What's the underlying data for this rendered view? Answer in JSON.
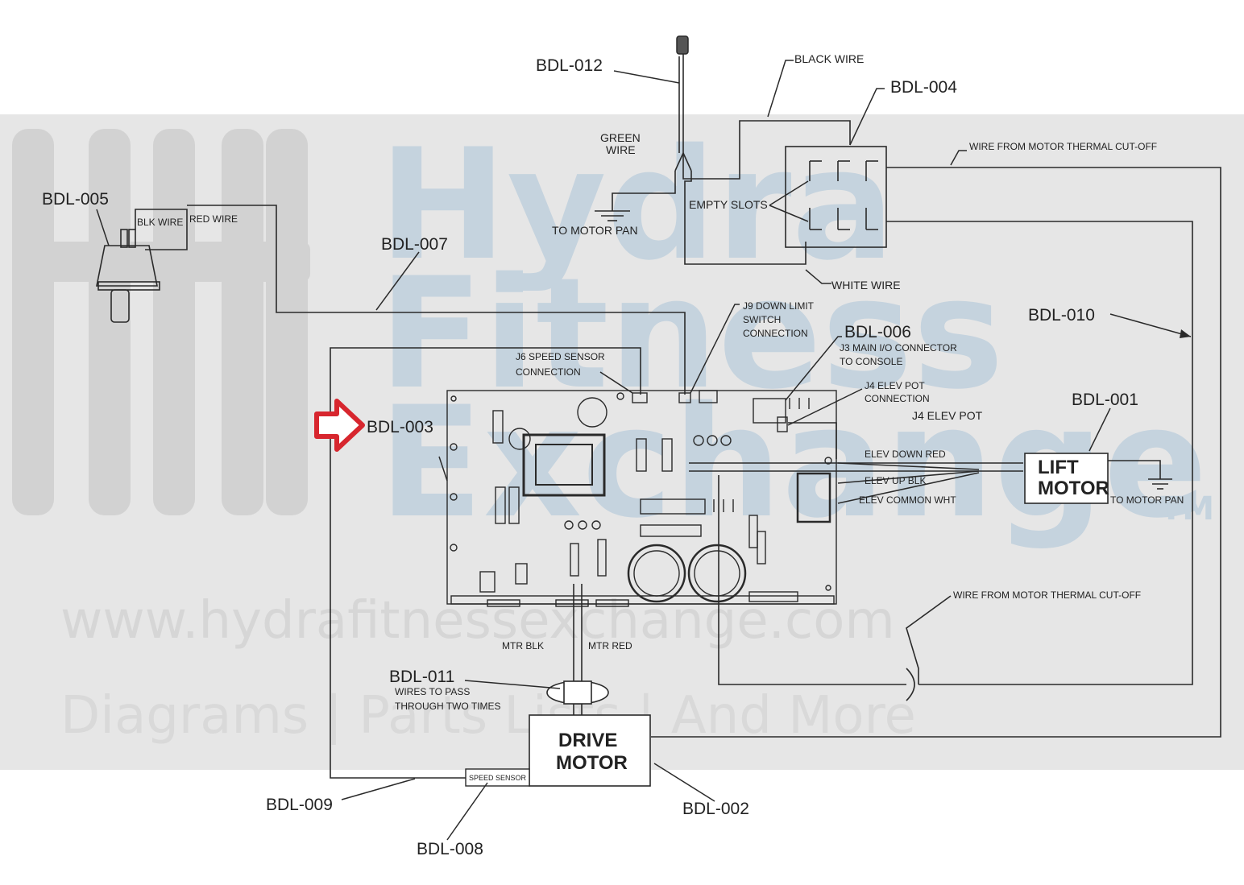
{
  "watermark": {
    "line1": "Hydra",
    "line2": "Fitness",
    "line3": "Exchange",
    "tm": "TM",
    "url": "www.hydrafitnessexchange.com",
    "tagline": "Diagrams | Parts Lists | And More",
    "band_color": "#e6e6e6",
    "text_color": "#c5d3de"
  },
  "parts": {
    "bdl001": "BDL-001",
    "bdl002": "BDL-002",
    "bdl003": "BDL-003",
    "bdl004": "BDL-004",
    "bdl005": "BDL-005",
    "bdl006": "BDL-006",
    "bdl007": "BDL-007",
    "bdl008": "BDL-008",
    "bdl009": "BDL-009",
    "bdl010": "BDL-010",
    "bdl011": "BDL-011",
    "bdl012": "BDL-012"
  },
  "labels": {
    "black_wire": "BLACK WIRE",
    "green_wire_1": "GREEN",
    "green_wire_2": "WIRE",
    "to_motor_pan_top": "TO MOTOR PAN",
    "empty_slots": "EMPTY SLOTS",
    "white_wire": "WHITE WIRE",
    "thermal_top": "WIRE FROM MOTOR THERMAL CUT-OFF",
    "blk_wire": "BLK WIRE",
    "red_wire": "RED WIRE",
    "j9_1": "J9 DOWN LIMIT",
    "j9_2": "SWITCH",
    "j9_3": "CONNECTION",
    "j3_1": "J3 MAIN I/O CONNECTOR",
    "j3_2": "TO CONSOLE",
    "j6_1": "J6 SPEED SENSOR",
    "j6_2": "CONNECTION",
    "j4pot_1": "J4 ELEV POT",
    "j4pot_2": "CONNECTION",
    "j4_elev_pot": "J4 ELEV POT",
    "elev_down": "ELEV DOWN RED",
    "elev_up": "ELEV UP BLK",
    "elev_common": "ELEV COMMON WHT",
    "lift_motor_1": "LIFT",
    "lift_motor_2": "MOTOR",
    "to_motor_pan_right": "TO MOTOR PAN",
    "thermal_bottom": "WIRE FROM MOTOR THERMAL CUT-OFF",
    "mtr_blk": "MTR BLK",
    "mtr_red": "MTR RED",
    "wires_pass_1": "WIRES TO PASS",
    "wires_pass_2": "THROUGH TWO TIMES",
    "drive_motor_1": "DRIVE",
    "drive_motor_2": "MOTOR",
    "speed_sensor": "SPEED SENSOR"
  },
  "colors": {
    "line": "#2a2a2a",
    "highlight_arrow": "#d7262e"
  }
}
